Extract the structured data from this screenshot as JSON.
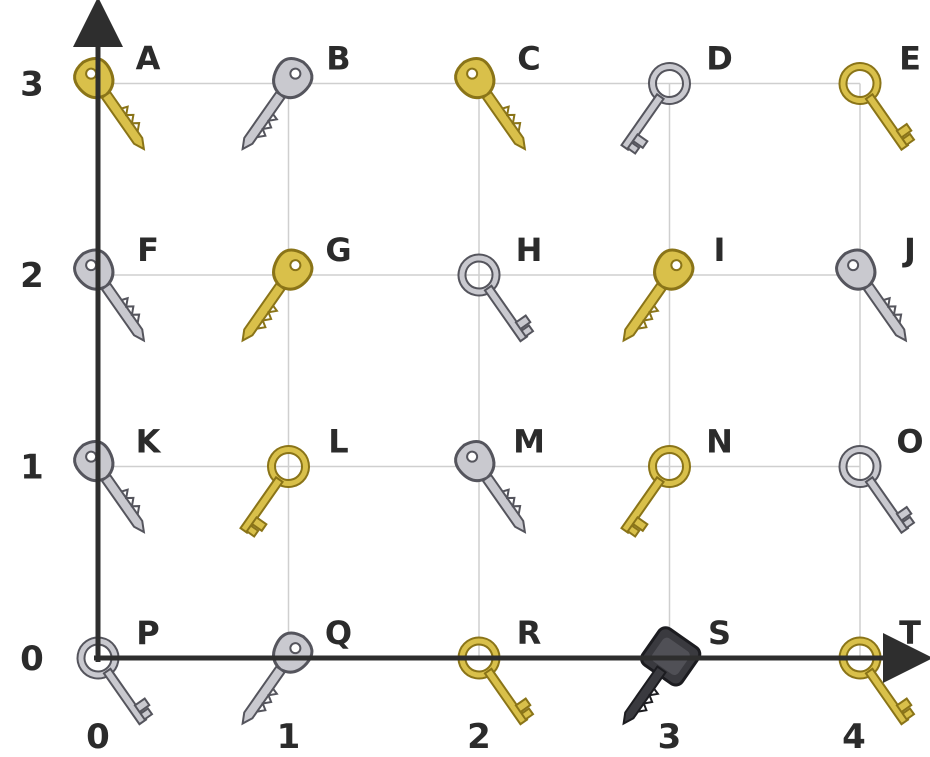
{
  "axes": {
    "x_ticks": [
      "0",
      "1",
      "2",
      "3",
      "4"
    ],
    "y_ticks": [
      "0",
      "1",
      "2",
      "3"
    ]
  },
  "palette": {
    "gold": "#d9c04a",
    "gold_dark": "#8a7418",
    "silver": "#c9c9cf",
    "silver_dark": "#55555d",
    "black": "#3a3a3f",
    "grid": "#cfcfcf",
    "axis": "#2e2e2e"
  },
  "keys": [
    {
      "letter": "A",
      "x": 0,
      "y": 3,
      "icon": "gold-flat-key-icon",
      "color": "gold",
      "style": "flat"
    },
    {
      "letter": "B",
      "x": 1,
      "y": 3,
      "icon": "silver-flat-key-icon",
      "color": "silver",
      "style": "flat"
    },
    {
      "letter": "C",
      "x": 2,
      "y": 3,
      "icon": "gold-flat-key-icon",
      "color": "gold",
      "style": "flat"
    },
    {
      "letter": "D",
      "x": 3,
      "y": 3,
      "icon": "silver-ring-key-icon",
      "color": "silver",
      "style": "ring"
    },
    {
      "letter": "E",
      "x": 4,
      "y": 3,
      "icon": "gold-ring-key-icon",
      "color": "gold",
      "style": "ring"
    },
    {
      "letter": "F",
      "x": 0,
      "y": 2,
      "icon": "silver-flat-key-icon",
      "color": "silver",
      "style": "flat"
    },
    {
      "letter": "G",
      "x": 1,
      "y": 2,
      "icon": "gold-round-key-icon",
      "color": "gold",
      "style": "flat"
    },
    {
      "letter": "H",
      "x": 2,
      "y": 2,
      "icon": "silver-ring-key-icon",
      "color": "silver",
      "style": "ring"
    },
    {
      "letter": "I",
      "x": 3,
      "y": 2,
      "icon": "gold-flat-key-icon",
      "color": "gold",
      "style": "flat"
    },
    {
      "letter": "J",
      "x": 4,
      "y": 2,
      "icon": "silver-flat-key-icon",
      "color": "silver",
      "style": "flat"
    },
    {
      "letter": "K",
      "x": 0,
      "y": 1,
      "icon": "silver-flat-key-icon",
      "color": "silver",
      "style": "flat"
    },
    {
      "letter": "L",
      "x": 1,
      "y": 1,
      "icon": "gold-ring-key-icon",
      "color": "gold",
      "style": "ring"
    },
    {
      "letter": "M",
      "x": 2,
      "y": 1,
      "icon": "silver-flat-key-icon",
      "color": "silver",
      "style": "flat"
    },
    {
      "letter": "N",
      "x": 3,
      "y": 1,
      "icon": "gold-ring-key-icon",
      "color": "gold",
      "style": "ring"
    },
    {
      "letter": "O",
      "x": 4,
      "y": 1,
      "icon": "silver-ring-key-icon",
      "color": "silver",
      "style": "ring"
    },
    {
      "letter": "P",
      "x": 0,
      "y": 0,
      "icon": "silver-ring-key-icon",
      "color": "silver",
      "style": "ring"
    },
    {
      "letter": "Q",
      "x": 1,
      "y": 0,
      "icon": "silver-flat-key-icon",
      "color": "silver",
      "style": "flat"
    },
    {
      "letter": "R",
      "x": 2,
      "y": 0,
      "icon": "gold-ring-key-icon",
      "color": "gold",
      "style": "ring"
    },
    {
      "letter": "S",
      "x": 3,
      "y": 0,
      "icon": "black-car-key-icon",
      "color": "black",
      "style": "flat"
    },
    {
      "letter": "T",
      "x": 4,
      "y": 0,
      "icon": "gold-ring-key-icon",
      "color": "gold",
      "style": "ring"
    }
  ]
}
